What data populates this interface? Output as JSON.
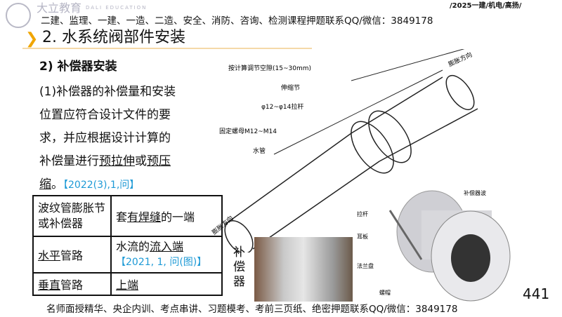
{
  "logo": {
    "name": "大立教育",
    "sub": "DALI EDUCATION"
  },
  "banner": "二建、监理、一建、一造、二造、安全、消防、咨询、检测课程押题联系QQ/微信：3849178",
  "tag": "/2025一建/机电/高扬/",
  "title": "2. 水系统阀部件安装",
  "body": {
    "heading": "2) 补偿器安装",
    "l1": "(1)补偿器的补偿量和安装",
    "l2": "位置应符合设计文件的要",
    "l3": "求，并应根据设计计算的",
    "l4a": "补偿量进行",
    "l4b": "预拉伸",
    "l4c": "或",
    "l4d": "预压",
    "l5a": "缩",
    "l5b": "。",
    "l5c": "【2022(3),1,问】"
  },
  "table": {
    "rows": [
      {
        "k": "波纹管膨胀节或补偿器",
        "v1": "套",
        "v2": "有焊缝",
        "v3": "的一端"
      },
      {
        "k1": "水平",
        "k2": "管路",
        "v1": "水流的",
        "v2": "流入端",
        "v3": "【2021, 1, 问(图)】"
      },
      {
        "k1": "垂直",
        "k2": "管路",
        "v": "上端"
      }
    ]
  },
  "diagram": {
    "gap": "按计算调节空隙(15~30mm)",
    "bellows": "伸缩节",
    "rod": "φ12~φ14拉杆",
    "nut": "固定螺母M12~M14",
    "pipe": "水管",
    "dir1": "膨胀方向",
    "dir2": "膨胀方向"
  },
  "photo_label": "补偿器",
  "photo2": {
    "wave": "补偿器波",
    "rod": "拉杆",
    "ear": "耳板",
    "flange": "法兰盘",
    "nut": "螺帽"
  },
  "footer": "名师面授精华、央企内训、考点串讲、习题模考、考前三页纸、绝密押题联系QQ/微信：3849178",
  "page": "441"
}
